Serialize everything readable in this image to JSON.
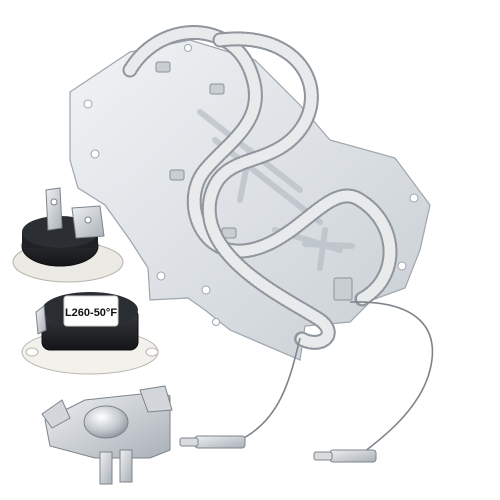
{
  "image": {
    "background": "#ffffff",
    "subject": [
      "heating-element",
      "thermostat",
      "thermal-fuse",
      "thermal-cutoff"
    ]
  },
  "thermostat_label": {
    "text": "L260-50°F"
  },
  "colors": {
    "plate": "#dfe3e7",
    "plate_edge": "#aab1b8",
    "coil": "#9aa1a8",
    "thermostat_body": "#222428",
    "thermostat_base": "#f3f1ec",
    "thermostat_label_bg": "#ffffff",
    "metal": "#c9ced3"
  }
}
